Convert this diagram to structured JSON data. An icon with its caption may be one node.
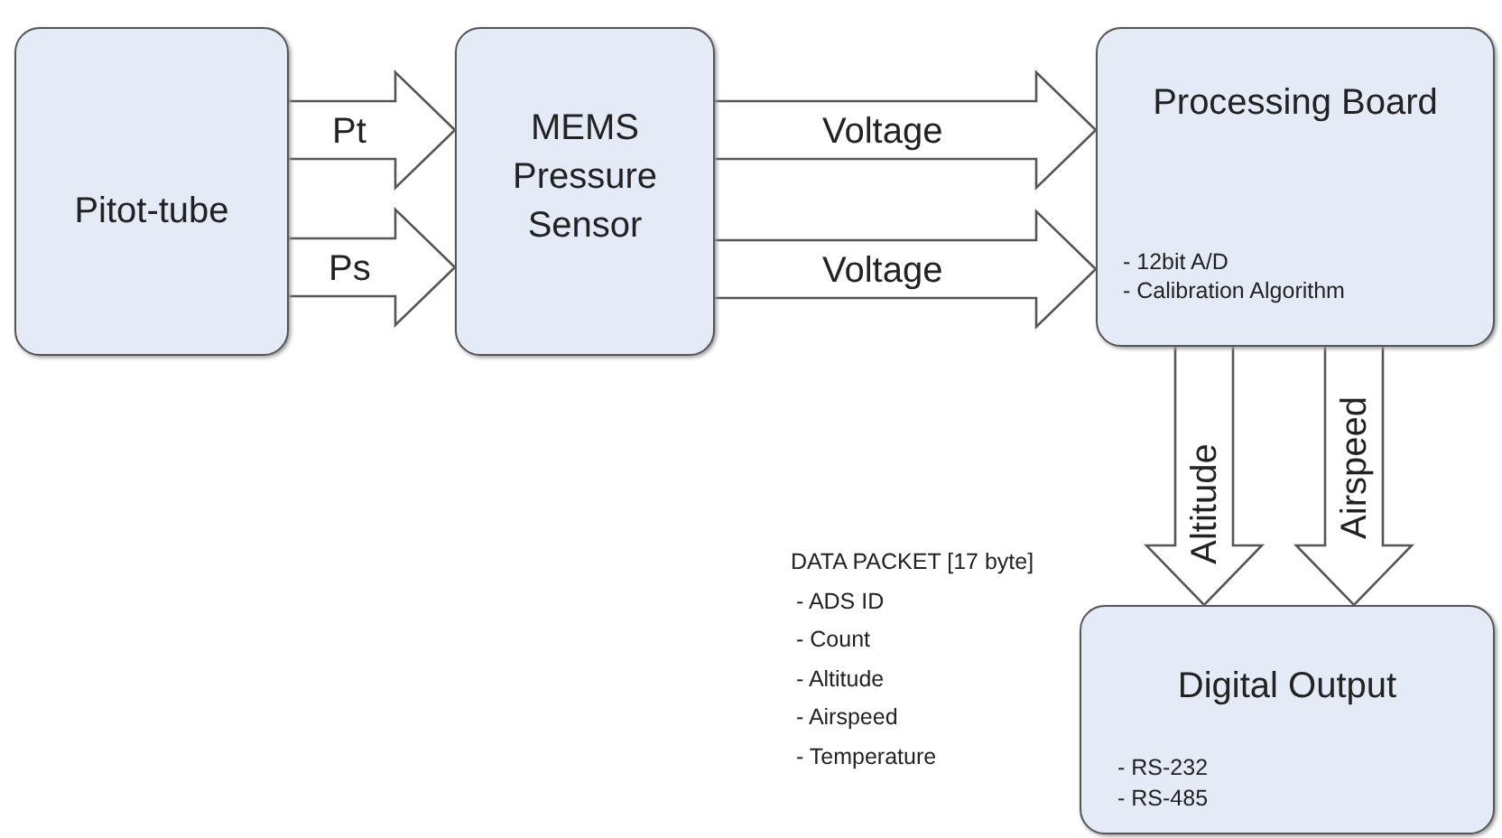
{
  "diagram": {
    "nodes": [
      {
        "text": [
          "Pitot-tube"
        ]
      },
      {
        "text": [
          "MEMS Pressure Sensor"
        ]
      },
      {
        "text": [
          "Processing Board",
          "- 12bit A/D",
          "- Calibration Algorithm"
        ]
      },
      {
        "text": [
          "Digital Output",
          "- RS-232",
          "- RS-485"
        ]
      }
    ],
    "edges": [
      {
        "from": 0,
        "to": 1,
        "label": "Pt",
        "arrow": "to"
      },
      {
        "from": 0,
        "to": 1,
        "label": "Ps",
        "arrow": "to"
      },
      {
        "from": 1,
        "to": 2,
        "label": "Voltage",
        "arrow": "to"
      },
      {
        "from": 1,
        "to": 2,
        "label": "Voltage",
        "arrow": "to"
      },
      {
        "from": 2,
        "to": 3,
        "label": "Altitude",
        "arrow": "to"
      },
      {
        "from": 2,
        "to": 3,
        "label": "Airspeed",
        "arrow": "to"
      }
    ],
    "labels": [
      "DATA PACKET [17 byte]",
      "- ADS ID",
      "- Count",
      "- Altitude",
      "- Airspeed",
      "- Temperature"
    ]
  }
}
